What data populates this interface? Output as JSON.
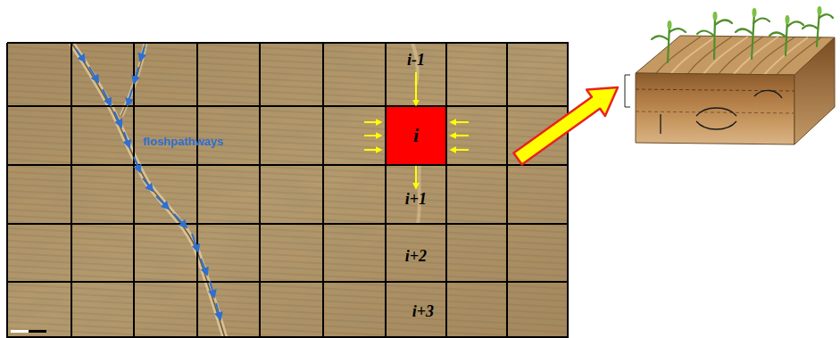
{
  "diagram": {
    "nodes": [
      {
        "text": [
          "i-1"
        ]
      },
      {
        "text": [
          "i"
        ]
      },
      {
        "text": [
          "i+1"
        ]
      },
      {
        "text": [
          "i+2"
        ]
      },
      {
        "text": [
          "i+3"
        ]
      }
    ],
    "edges": [
      {
        "from": 0,
        "to": 1,
        "arrow": "to"
      },
      {
        "from": 1,
        "to": 2,
        "arrow": "to"
      }
    ],
    "labels": [
      "floshpathways"
    ]
  }
}
